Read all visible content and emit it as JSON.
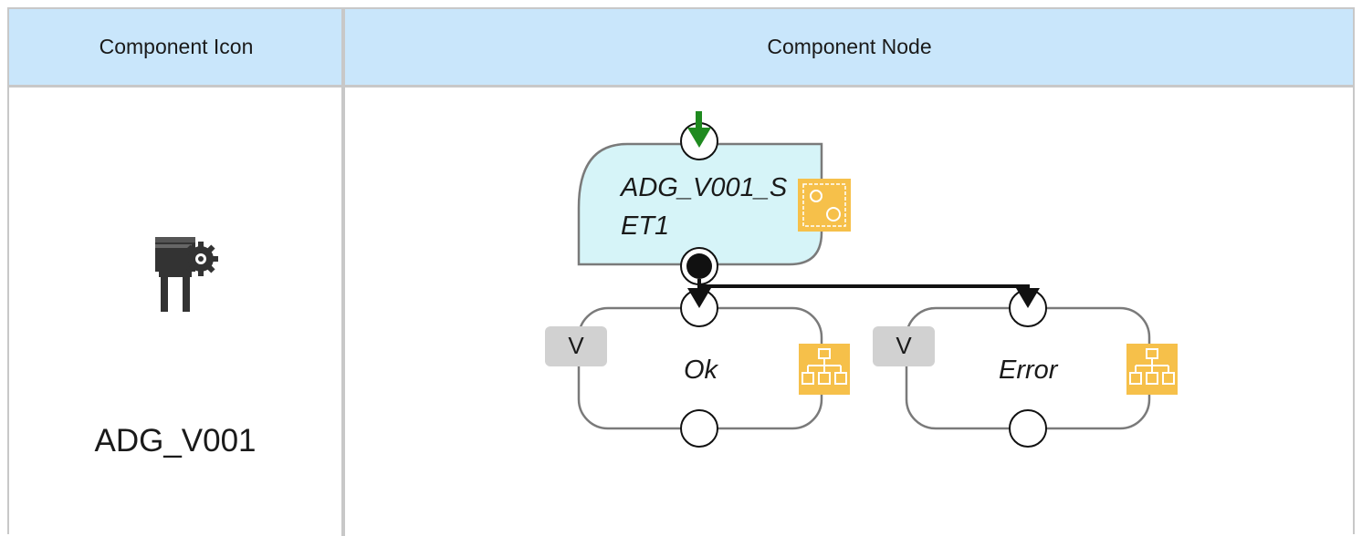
{
  "table": {
    "headers": {
      "icon_col": "Component Icon",
      "node_col": "Component Node"
    },
    "row": {
      "component_name": "ADG_V001",
      "component_icon": "connector-gear-icon"
    }
  },
  "node": {
    "main": {
      "label_line1": "ADG_V001_S",
      "label_line2": "ET1",
      "fill_color": "#d6f4f8",
      "badge_icon": "settings-gears-icon"
    },
    "branches": [
      {
        "label": "Ok",
        "badge": "V",
        "badge_icon": "hierarchy-icon"
      },
      {
        "label": "Error",
        "badge": "V",
        "badge_icon": "hierarchy-icon"
      }
    ],
    "colors": {
      "entry_arrow": "#1f8a1f",
      "badge_orange": "#f6c04a",
      "border": "#7a7a7a"
    }
  }
}
